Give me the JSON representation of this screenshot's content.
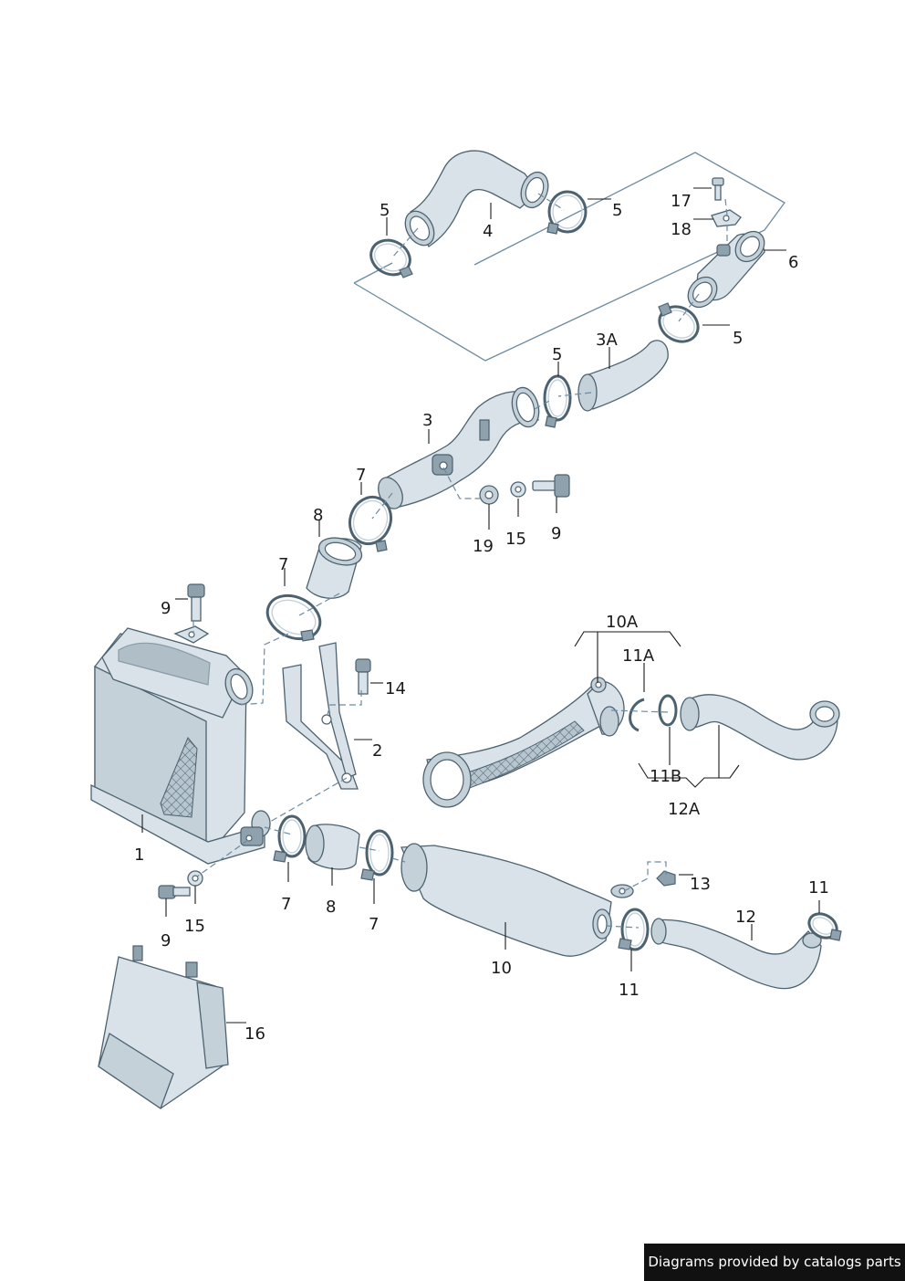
{
  "footer": {
    "text": "Diagrams provided by catalogs parts"
  },
  "labels": {
    "l1": "1",
    "l2": "2",
    "l3": "3",
    "l3a": "3A",
    "l4": "4",
    "l5a": "5",
    "l5b": "5",
    "l5c": "5",
    "l5d": "5",
    "l6": "6",
    "l7a": "7",
    "l7b": "7",
    "l7c": "7",
    "l7d": "7",
    "l8a": "8",
    "l8b": "8",
    "l9a": "9",
    "l9b": "9",
    "l9c": "9",
    "l10": "10",
    "l10a": "10A",
    "l11a": "11",
    "l11b": "11",
    "l11A": "11A",
    "l11B": "11B",
    "l12": "12",
    "l12a": "12A",
    "l13": "13",
    "l14": "14",
    "l15a": "15",
    "l15b": "15",
    "l16": "16",
    "l17": "17",
    "l18": "18",
    "l19": "19"
  },
  "colors": {
    "part_fill": "#d8e2e8",
    "outline": "#4d6270",
    "group_line": "#6c8aa0",
    "footer_bg": "#111111"
  }
}
